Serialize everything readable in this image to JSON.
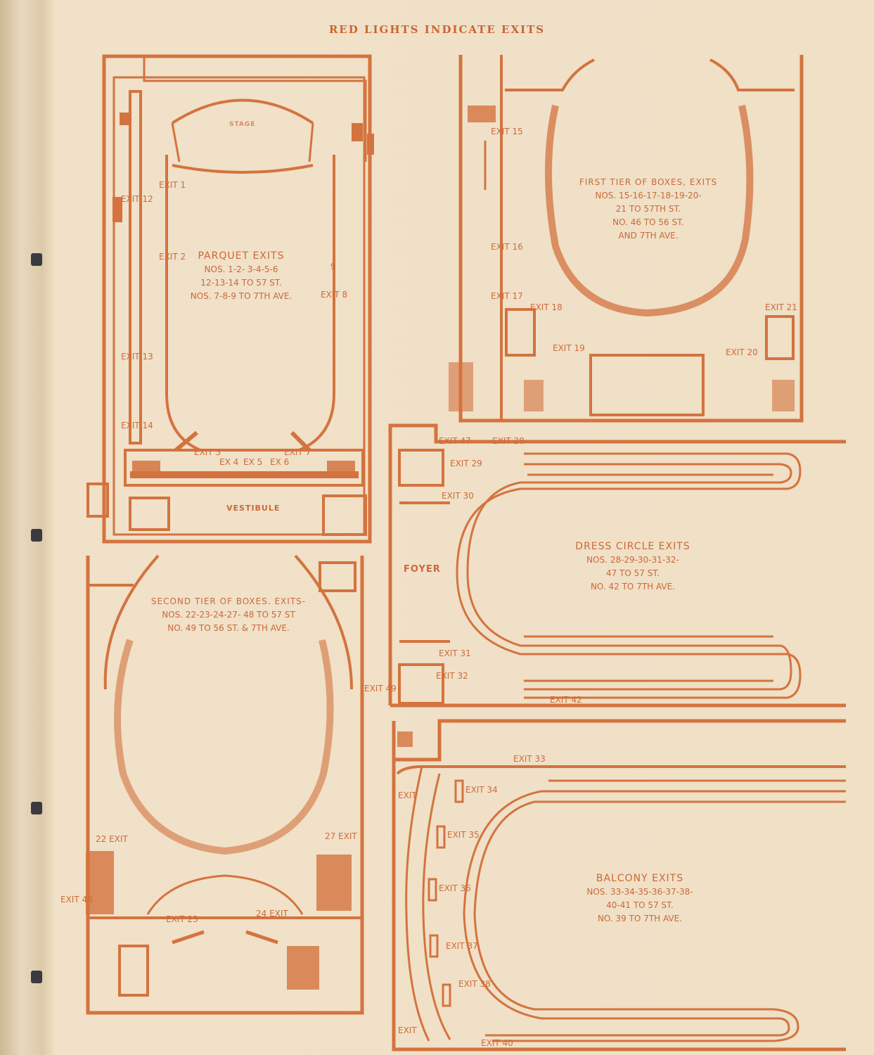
{
  "header": {
    "title": "RED LIGHTS INDICATE EXITS"
  },
  "parquet": {
    "heading": "PARQUET EXITS",
    "line1": "NOS. 1-2- 3-4-5-6",
    "line2": "12-13-14 TO 57 ST.",
    "line3": "NOS. 7-8-9 TO 7TH AVE.",
    "stage": "STAGE",
    "vestibule": "VESTIBULE",
    "exits": [
      "EXIT 1",
      "EXIT 2",
      "EXIT 3",
      "EX 4",
      "EX 5",
      "EX 6",
      "EXIT 7",
      "EXIT 8",
      "9",
      "EXIT 12",
      "EXIT 13",
      "EXIT 14"
    ]
  },
  "first_tier": {
    "heading": "FIRST TIER OF BOXES, EXITS",
    "line1": "NOS. 15-16-17-18-19-20-",
    "line2": "21 TO 57TH ST.",
    "line3": "NO. 46 TO 56 ST.",
    "line4": "AND 7TH AVE.",
    "exits": [
      "EXIT 15",
      "EXIT 16",
      "EXIT 17",
      "EXIT 18",
      "EXIT 19",
      "EXIT 20",
      "EXIT 21"
    ]
  },
  "dress_circle": {
    "heading": "DRESS CIRCLE EXITS",
    "line1": "NOS. 28-29-30-31-32-",
    "line2": "47 TO 57 ST.",
    "line3": "NO. 42 TO 7TH AVE.",
    "foyer": "FOYER",
    "exits": [
      "EXIT 47",
      "EXIT 28",
      "EXIT 29",
      "EXIT 30",
      "EXIT 31",
      "EXIT 32",
      "EXIT 42"
    ]
  },
  "second_tier": {
    "heading": "SECOND TIER OF BOXES. EXITS-",
    "line1": "NOS. 22-23-24-27- 48 TO 57 ST",
    "line2": "NO. 49 TO 56 ST. & 7TH AVE.",
    "exits": [
      "EXIT 49",
      "22 EXIT",
      "27 EXIT",
      "EXIT 48",
      "EXIT 23",
      "24 EXIT"
    ]
  },
  "balcony": {
    "heading": "BALCONY EXITS",
    "line1": "NOS. 33-34-35-36-37-38-",
    "line2": "40-41 TO 57 ST.",
    "line3": "NO. 39 TO 7TH AVE.",
    "exits": [
      "EXIT 33",
      "EXIT",
      "EXIT 34",
      "EXIT 35",
      "EXIT 36",
      "EXIT 37",
      "EXIT 38",
      "EXIT",
      "EXIT 40"
    ]
  },
  "colors": {
    "ink": "#d4733f",
    "paper": "#efe0c6"
  }
}
